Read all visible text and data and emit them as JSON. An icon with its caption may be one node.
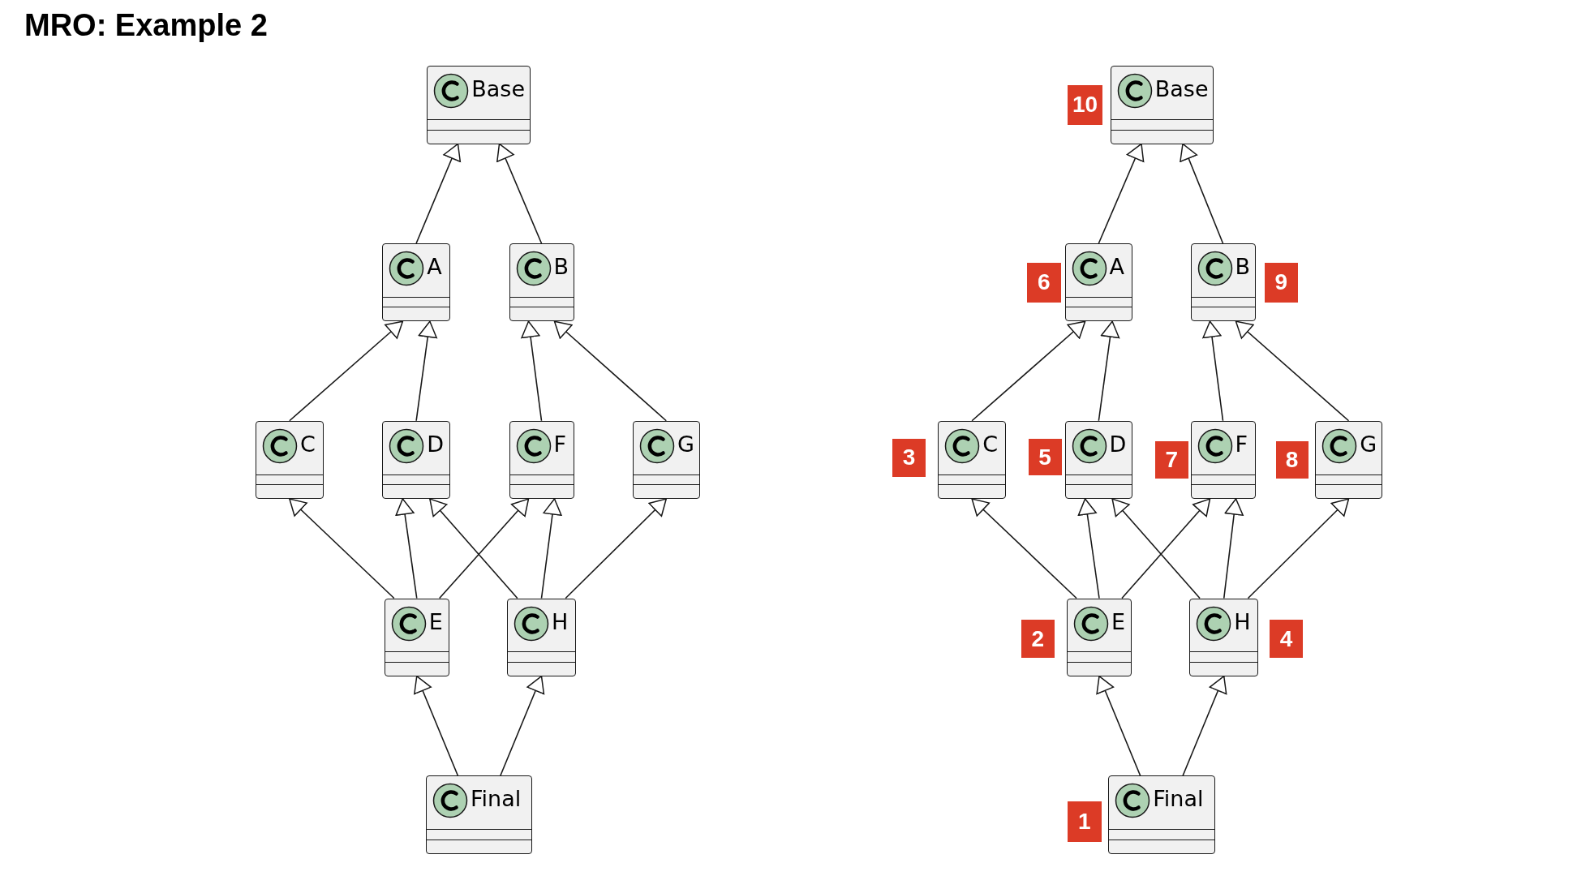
{
  "diagram": {
    "title": "MRO: Example 2",
    "nodes": [
      {
        "text": [
          "Base"
        ]
      },
      {
        "text": [
          "A"
        ]
      },
      {
        "text": [
          "B"
        ]
      },
      {
        "text": [
          "C"
        ]
      },
      {
        "text": [
          "D"
        ]
      },
      {
        "text": [
          "F"
        ]
      },
      {
        "text": [
          "G"
        ]
      },
      {
        "text": [
          "E"
        ]
      },
      {
        "text": [
          "H"
        ]
      },
      {
        "text": [
          "Final"
        ]
      },
      {
        "text": [
          "Base"
        ]
      },
      {
        "text": [
          "A"
        ]
      },
      {
        "text": [
          "B"
        ]
      },
      {
        "text": [
          "C"
        ]
      },
      {
        "text": [
          "D"
        ]
      },
      {
        "text": [
          "F"
        ]
      },
      {
        "text": [
          "G"
        ]
      },
      {
        "text": [
          "E"
        ]
      },
      {
        "text": [
          "H"
        ]
      },
      {
        "text": [
          "Final"
        ]
      },
      {
        "text": [
          "10"
        ]
      },
      {
        "text": [
          "6"
        ]
      },
      {
        "text": [
          "9"
        ]
      },
      {
        "text": [
          "3"
        ]
      },
      {
        "text": [
          "5"
        ]
      },
      {
        "text": [
          "7"
        ]
      },
      {
        "text": [
          "8"
        ]
      },
      {
        "text": [
          "2"
        ]
      },
      {
        "text": [
          "4"
        ]
      },
      {
        "text": [
          "1"
        ]
      }
    ],
    "edges": [
      {
        "from": 1,
        "to": 0,
        "arrow": "to"
      },
      {
        "from": 2,
        "to": 0,
        "arrow": "to"
      },
      {
        "from": 3,
        "to": 1,
        "arrow": "to"
      },
      {
        "from": 4,
        "to": 1,
        "arrow": "to"
      },
      {
        "from": 5,
        "to": 2,
        "arrow": "to"
      },
      {
        "from": 6,
        "to": 2,
        "arrow": "to"
      },
      {
        "from": 7,
        "to": 3,
        "arrow": "to"
      },
      {
        "from": 7,
        "to": 4,
        "arrow": "to"
      },
      {
        "from": 7,
        "to": 5,
        "arrow": "to"
      },
      {
        "from": 8,
        "to": 4,
        "arrow": "to"
      },
      {
        "from": 8,
        "to": 5,
        "arrow": "to"
      },
      {
        "from": 8,
        "to": 6,
        "arrow": "to"
      },
      {
        "from": 9,
        "to": 7,
        "arrow": "to"
      },
      {
        "from": 9,
        "to": 8,
        "arrow": "to"
      },
      {
        "from": 11,
        "to": 10,
        "arrow": "to"
      },
      {
        "from": 12,
        "to": 10,
        "arrow": "to"
      },
      {
        "from": 13,
        "to": 11,
        "arrow": "to"
      },
      {
        "from": 14,
        "to": 11,
        "arrow": "to"
      },
      {
        "from": 15,
        "to": 12,
        "arrow": "to"
      },
      {
        "from": 16,
        "to": 12,
        "arrow": "to"
      },
      {
        "from": 17,
        "to": 13,
        "arrow": "to"
      },
      {
        "from": 17,
        "to": 14,
        "arrow": "to"
      },
      {
        "from": 17,
        "to": 15,
        "arrow": "to"
      },
      {
        "from": 18,
        "to": 14,
        "arrow": "to"
      },
      {
        "from": 18,
        "to": 15,
        "arrow": "to"
      },
      {
        "from": 18,
        "to": 16,
        "arrow": "to"
      },
      {
        "from": 19,
        "to": 17,
        "arrow": "to"
      },
      {
        "from": 19,
        "to": 18,
        "arrow": "to"
      }
    ]
  }
}
